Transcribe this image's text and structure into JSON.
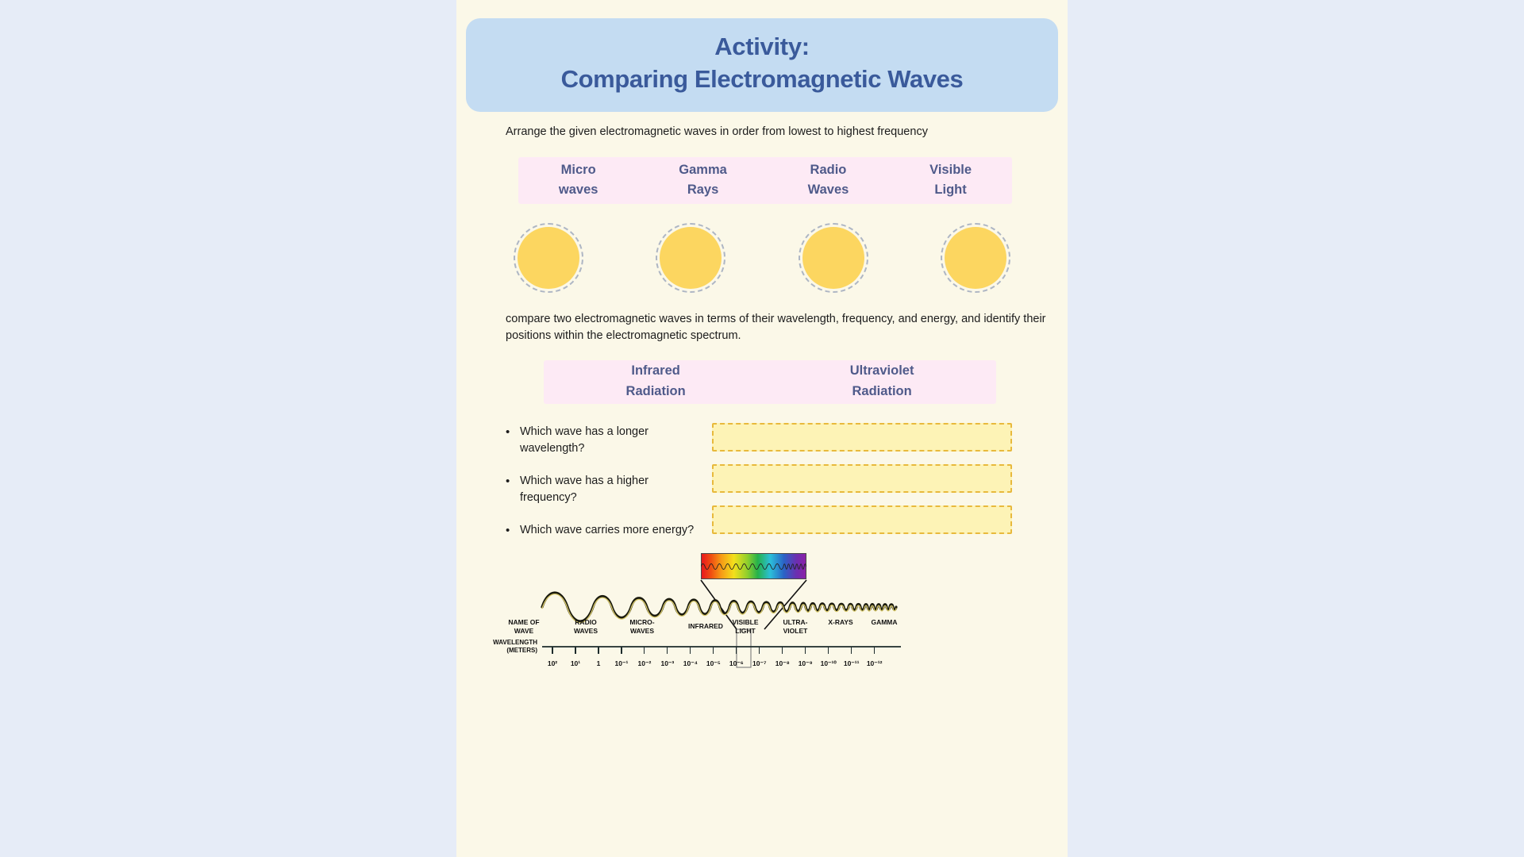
{
  "page": {
    "background_color": "#e6ecf7",
    "sheet_color": "#fbf8e8"
  },
  "header": {
    "title_line1": "Activity:",
    "title_line2": "Comparing Electromagnetic Waves",
    "background_color": "#c4dcf2",
    "text_color": "#3a5a9b"
  },
  "instructions": {
    "first": "Arrange the given electromagnetic waves in order from lowest to highest frequency",
    "second": "compare two electromagnetic waves in terms of their wavelength, frequency, and energy, and identify their positions within the electromagnetic spectrum."
  },
  "word_bank_1": {
    "background_color": "#fdeaf5",
    "text_color": "#4f5a8a",
    "terms": [
      {
        "line1": "Micro",
        "line2": "waves"
      },
      {
        "line1": "Gamma",
        "line2": "Rays"
      },
      {
        "line1": "Radio",
        "line2": "Waves"
      },
      {
        "line1": "Visible",
        "line2": "Light"
      }
    ]
  },
  "answer_circles": {
    "count": 4,
    "fill_color": "#fcd660",
    "border_color": "#aeb6c4",
    "values": [
      "",
      "",
      "",
      ""
    ]
  },
  "word_bank_2": {
    "background_color": "#fdeaf5",
    "text_color": "#4f5a8a",
    "terms": [
      {
        "line1": "Infrared",
        "line2": "Radiation"
      },
      {
        "line1": "Ultraviolet",
        "line2": "Radiation"
      }
    ]
  },
  "questions": {
    "bullet": "•",
    "items": [
      {
        "text": "Which wave has a longer wavelength?",
        "answer": ""
      },
      {
        "text": "Which wave has a higher frequency?",
        "answer": ""
      },
      {
        "text": "Which wave carries more energy?",
        "answer": ""
      }
    ],
    "answer_box_fill": "#fdf3b6",
    "answer_box_border": "#e8b93c"
  },
  "spectrum_diagram": {
    "name_of_wave_label_line1": "NAME OF",
    "name_of_wave_label_line2": "WAVE",
    "wavelength_label_line1": "WAVELENGTH",
    "wavelength_label_line2": "(METERS)",
    "wave_names": [
      {
        "line1": "RADIO",
        "line2": "WAVES"
      },
      {
        "line1": "MICRO-",
        "line2": "WAVES"
      },
      {
        "line1": "INFRARED",
        "line2": ""
      },
      {
        "line1": "VISIBLE",
        "line2": "LIGHT"
      },
      {
        "line1": "ULTRA-",
        "line2": "VIOLET"
      },
      {
        "line1": "X-RAYS",
        "line2": ""
      },
      {
        "line1": "GAMMA",
        "line2": ""
      }
    ],
    "scale_ticks": [
      "10²",
      "10¹",
      "1",
      "10⁻¹",
      "10⁻²",
      "10⁻³",
      "10⁻⁴",
      "10⁻⁵",
      "10⁻⁶",
      "10⁻⁷",
      "10⁻⁸",
      "10⁻⁹",
      "10⁻¹⁰",
      "10⁻¹¹",
      "10⁻¹²"
    ],
    "visible_band_colors": [
      "#e8171c",
      "#f79c16",
      "#f3e01c",
      "#25b24b",
      "#2bbfd9",
      "#2a63c6",
      "#8c22a8"
    ]
  }
}
